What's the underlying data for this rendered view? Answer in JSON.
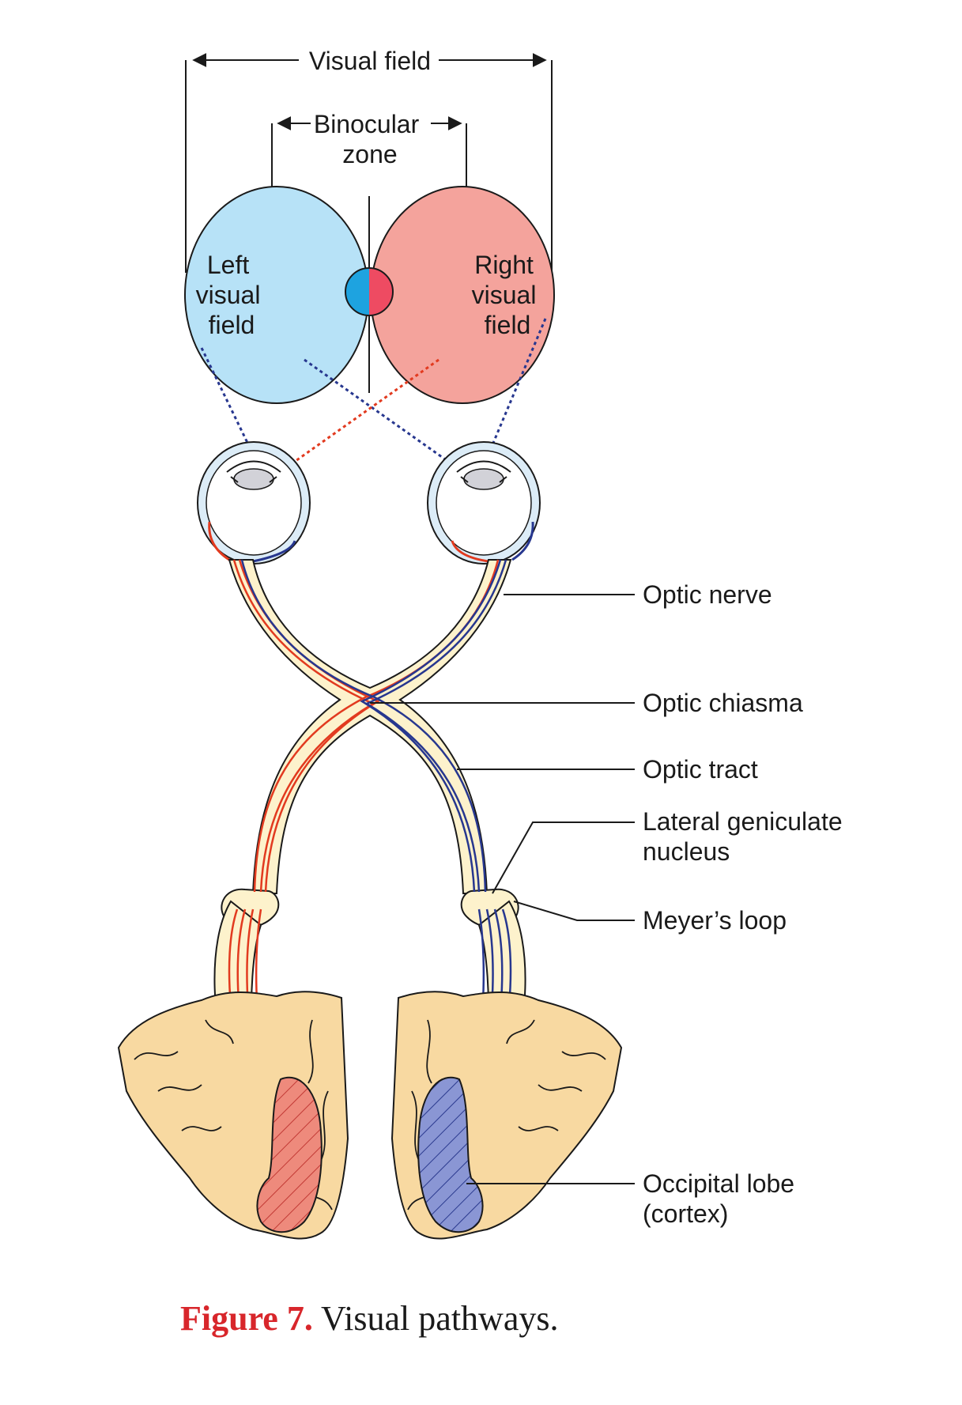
{
  "labels": {
    "visual_field": "Visual field",
    "binocular_zone": [
      "Binocular",
      "zone"
    ],
    "left_visual_field": [
      "Left",
      "visual",
      "field"
    ],
    "right_visual_field": [
      "Right",
      "visual",
      "field"
    ],
    "optic_nerve": "Optic nerve",
    "optic_chiasma": "Optic chiasma",
    "optic_tract": "Optic tract",
    "lateral_geniculate_nucleus": [
      "Lateral geniculate",
      "nucleus"
    ],
    "meyers_loop": "Meyer’s loop",
    "occipital_lobe": [
      "Occipital lobe",
      "(cortex)"
    ]
  },
  "caption": {
    "number": "Figure 7.",
    "text": " Visual pathways."
  },
  "colors": {
    "left_field": "#b7e2f7",
    "right_field": "#f4a39c",
    "left_overlap": "#b3c1dd",
    "right_overlap": "#dca0ad",
    "fovea_left": "#1ea3e0",
    "fovea_right": "#ee4b62",
    "pathway_fill": "#fdf2cc",
    "red_fibre": "#e23a1f",
    "blue_fibre": "#27378f",
    "brain": "#f8d9a1",
    "cortex_red": "#ee8a7c",
    "cortex_blue": "#8a96d4",
    "caption_number": "#d8262b"
  }
}
